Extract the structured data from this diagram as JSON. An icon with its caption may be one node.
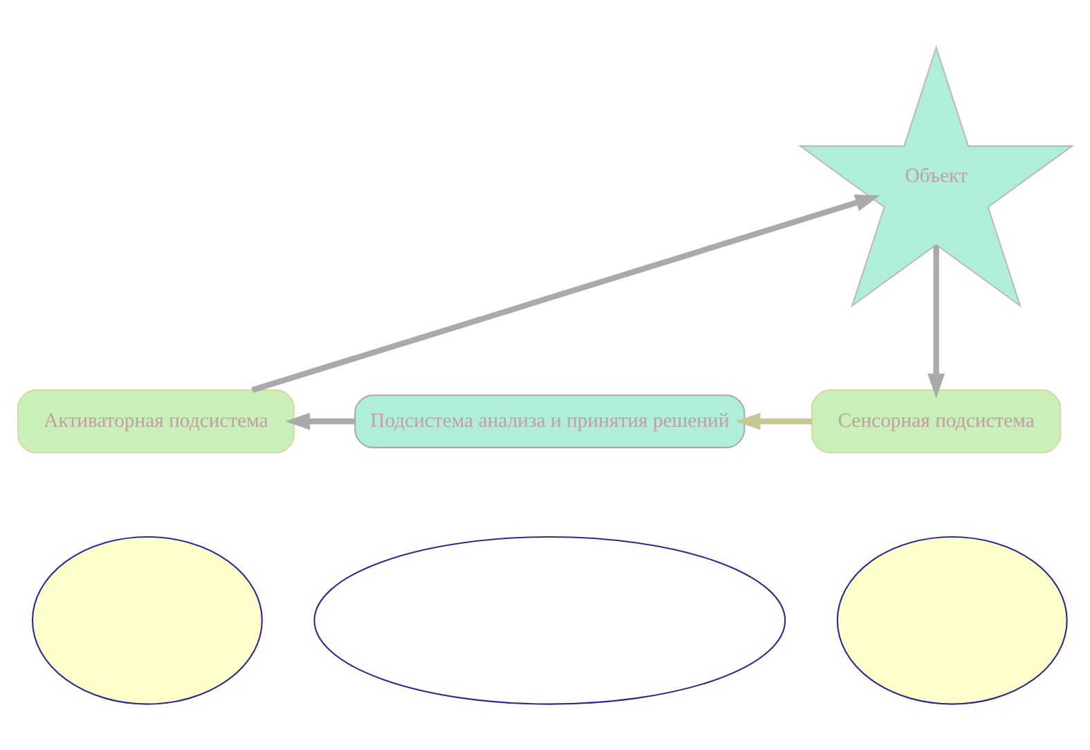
{
  "diagram": {
    "nodes": [
      {
        "text": [
          "Объект"
        ]
      },
      {
        "text": [],
        "shape": "ellipse"
      },
      {
        "text": [],
        "shape": "ellipse"
      },
      {
        "text": [],
        "shape": "ellipse"
      },
      {
        "text": [
          "Активаторная подсистема"
        ]
      },
      {
        "text": [
          "Подсистема анализа и принятия решений"
        ]
      },
      {
        "text": [
          "Сенсорная подсистема"
        ]
      }
    ],
    "edges": [
      {
        "from": 0,
        "to": 6,
        "arrow": "to"
      },
      {
        "from": 6,
        "to": 5,
        "arrow": "to",
        "color": "#c8c896"
      },
      {
        "from": 5,
        "to": 4,
        "arrow": "to"
      },
      {
        "from": 4,
        "to": 0,
        "arrow": "to"
      }
    ]
  }
}
